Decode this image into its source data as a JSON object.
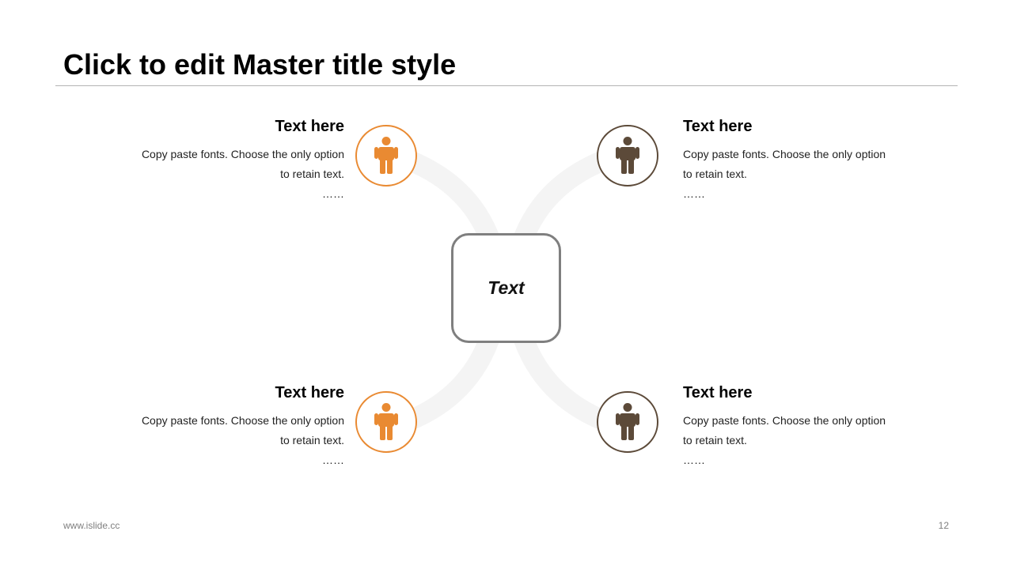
{
  "slide": {
    "title": "Click to edit Master title style",
    "center_text": "Text",
    "footer_url": "www.islide.cc",
    "page_number": "12"
  },
  "colors": {
    "accent_orange": "#E98A32",
    "accent_brown": "#5C4A39",
    "center_border": "#7F7F7F",
    "connector": "#F4F4F4"
  },
  "items": [
    {
      "heading": "Text here",
      "body_line1": "Copy paste fonts. Choose the only option",
      "body_line2": "to retain text.",
      "ellipsis": "……",
      "icon": "person-icon",
      "color": "orange"
    },
    {
      "heading": "Text here",
      "body_line1": "Copy paste fonts. Choose the only option",
      "body_line2": "to retain text.",
      "ellipsis": "……",
      "icon": "person-icon",
      "color": "brown"
    },
    {
      "heading": "Text here",
      "body_line1": "Copy paste fonts. Choose the only option",
      "body_line2": "to retain text.",
      "ellipsis": "……",
      "icon": "person-icon",
      "color": "orange"
    },
    {
      "heading": "Text here",
      "body_line1": "Copy paste fonts. Choose the only option",
      "body_line2": "to retain text.",
      "ellipsis": "……",
      "icon": "person-icon",
      "color": "brown"
    }
  ]
}
